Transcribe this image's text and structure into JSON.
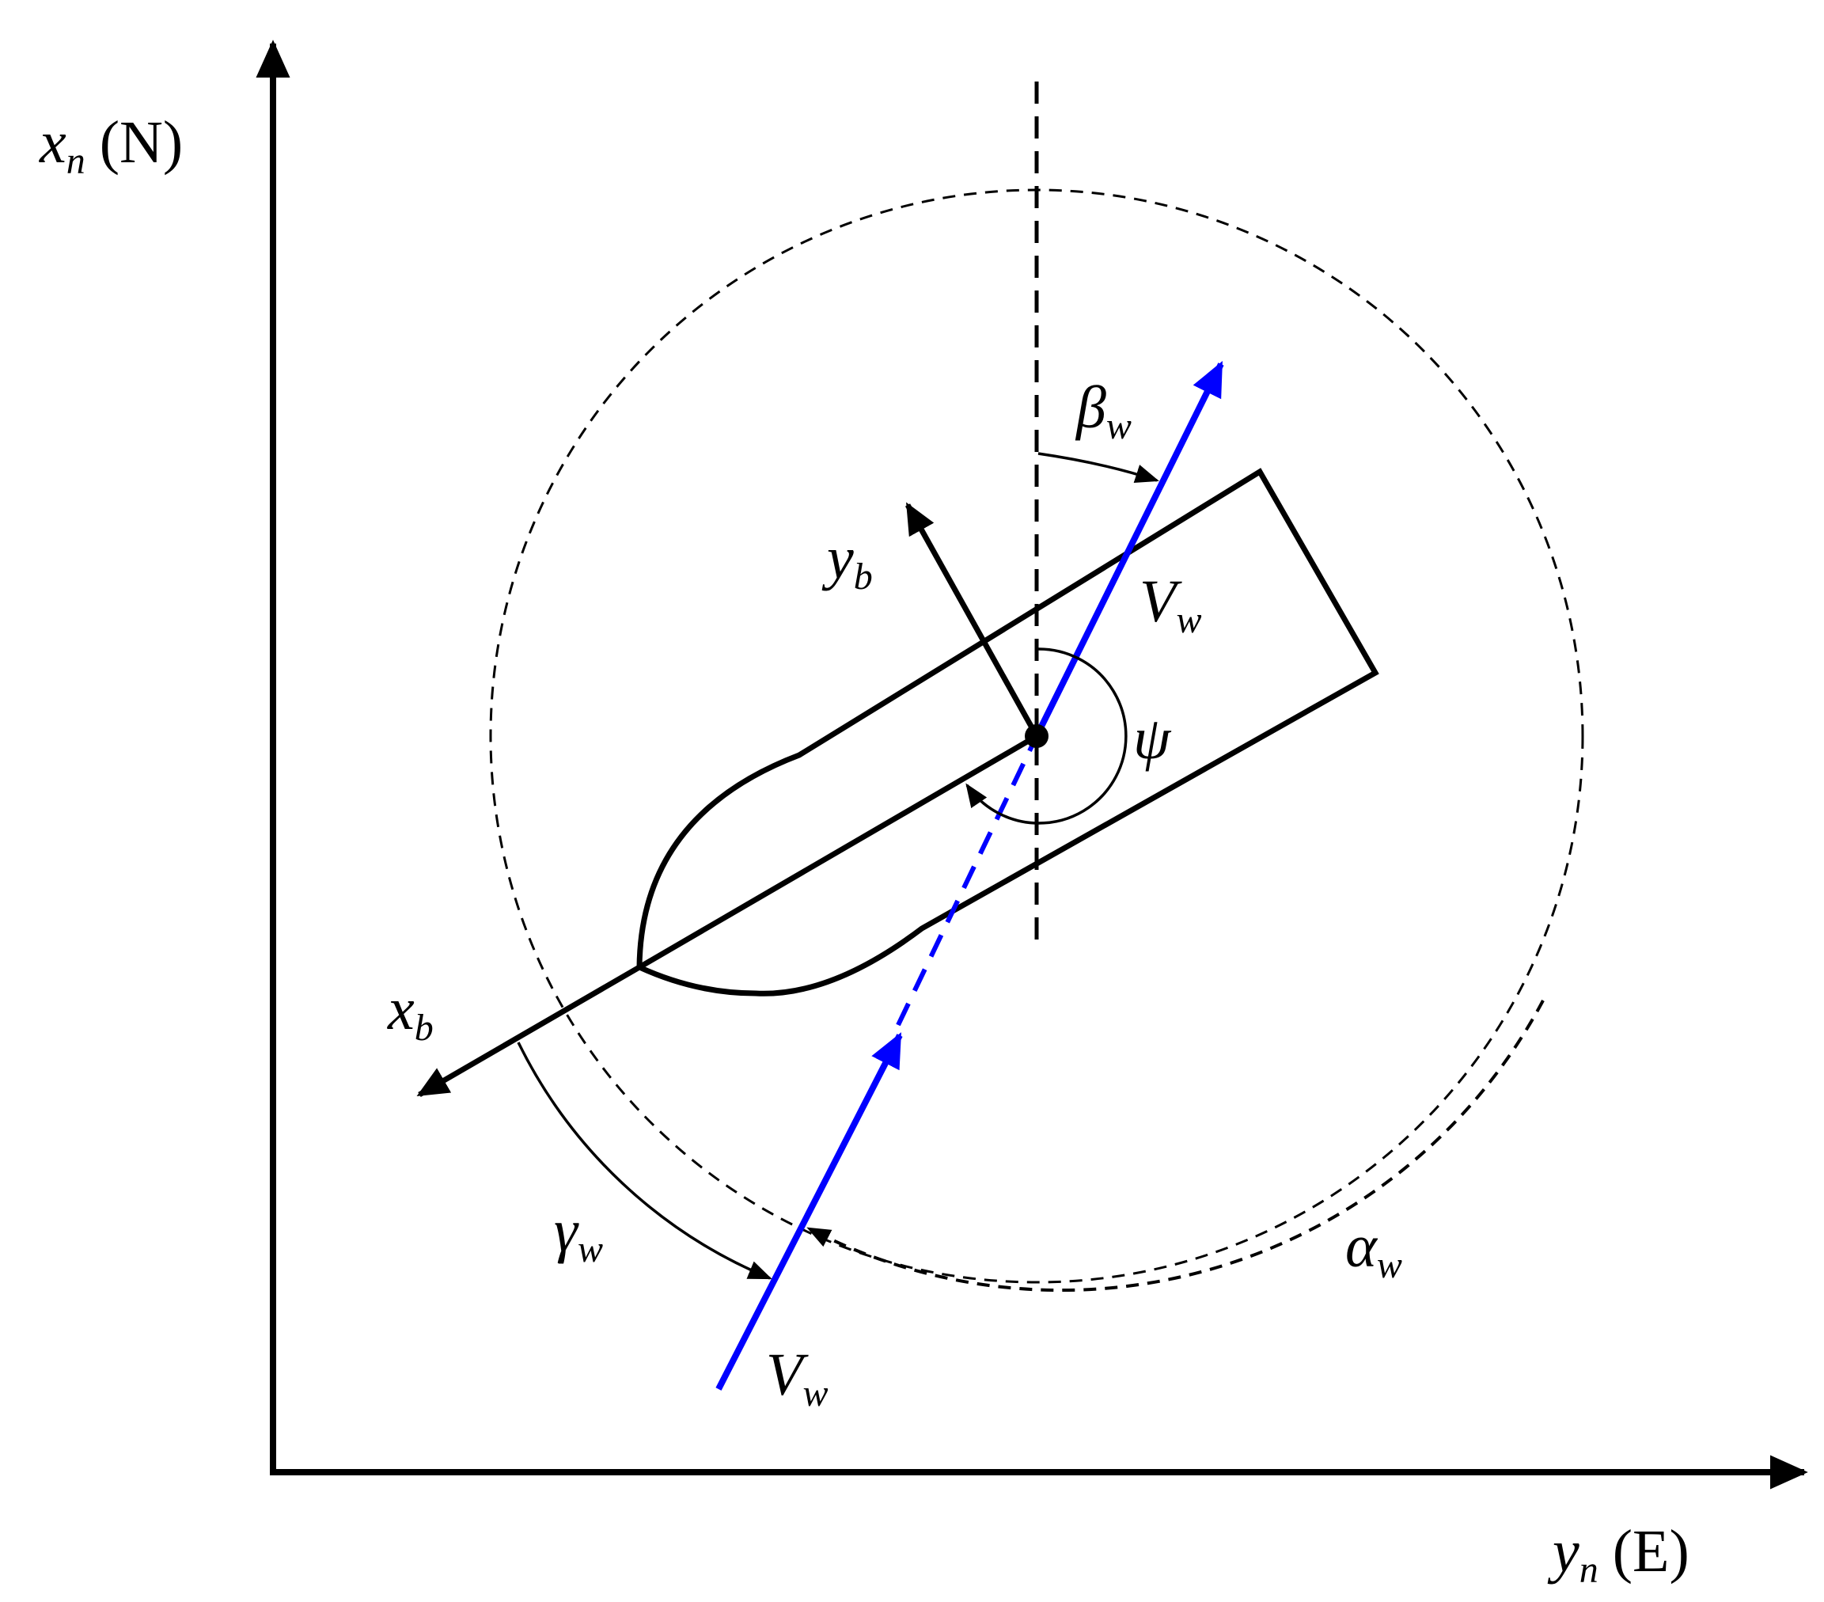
{
  "colors": {
    "ink": "#000000",
    "wind": "#0000ff",
    "background": "#ffffff"
  },
  "labels": {
    "x_axis_sym": "x",
    "x_axis_sub": "n",
    "x_axis_dir": "(N)",
    "y_axis_sym": "y",
    "y_axis_sub": "n",
    "y_axis_dir": "(E)",
    "xb_sym": "x",
    "xb_sub": "b",
    "yb_sym": "y",
    "yb_sub": "b",
    "beta_sym": "β",
    "beta_sub": "w",
    "gamma_sym": "γ",
    "gamma_sub": "w",
    "alpha_sym": "α",
    "alpha_sub": "w",
    "psi_sym": "ψ",
    "vw_upper_sym": "V",
    "vw_upper_sub": "w",
    "vw_lower_sym": "V",
    "vw_lower_sub": "w"
  }
}
